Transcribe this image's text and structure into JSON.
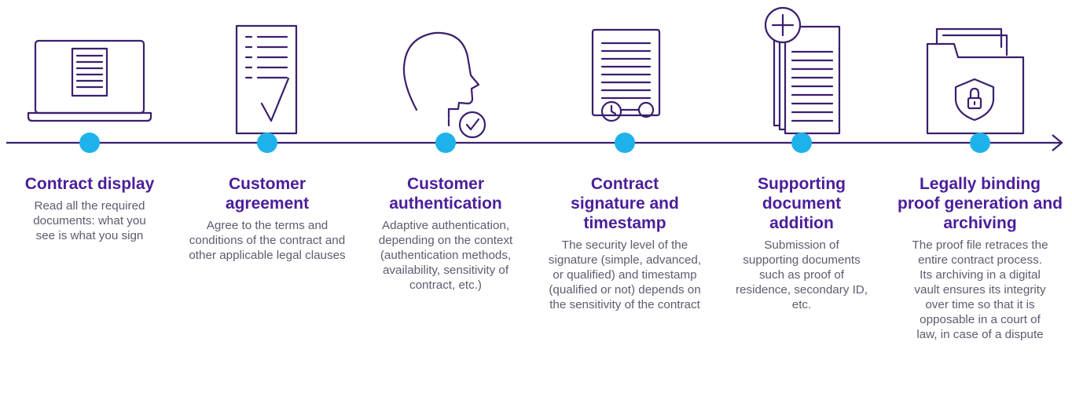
{
  "colors": {
    "primary": "#3b1f6e",
    "title": "#4b1e9a",
    "dot": "#1db3ea",
    "text": "#5c5c6e"
  },
  "steps": [
    {
      "icon": "laptop-document-icon",
      "title": "Contract display",
      "description": "Read all the required documents: what you see is what you sign"
    },
    {
      "icon": "document-checkmark-icon",
      "title": "Customer agreement",
      "description": "Agree to the terms and conditions of the contract and other applicable legal clauses"
    },
    {
      "icon": "head-checkmark-icon",
      "title": "Customer authentication",
      "description": "Adaptive authentication, depending on the context (authentication methods, availability, sensitivity of contract, etc.)"
    },
    {
      "icon": "document-signature-clock-icon",
      "title": "Contract signature and timestamp",
      "description": "The security level of the signature (simple, advanced, or qualified) and timestamp (qualified or not) depends on the sensitivity of the contract"
    },
    {
      "icon": "stacked-documents-plus-icon",
      "title": "Supporting document addition",
      "description": "Submission of supporting documents such as proof of residence, secondary ID, etc."
    },
    {
      "icon": "folder-shield-lock-icon",
      "title": "Legally binding proof generation and archiving",
      "description": "The proof file retraces the entire contract process. Its archiving in a digital vault ensures its integrity over time so that it is opposable in a court of law, in case of a dispute"
    }
  ]
}
